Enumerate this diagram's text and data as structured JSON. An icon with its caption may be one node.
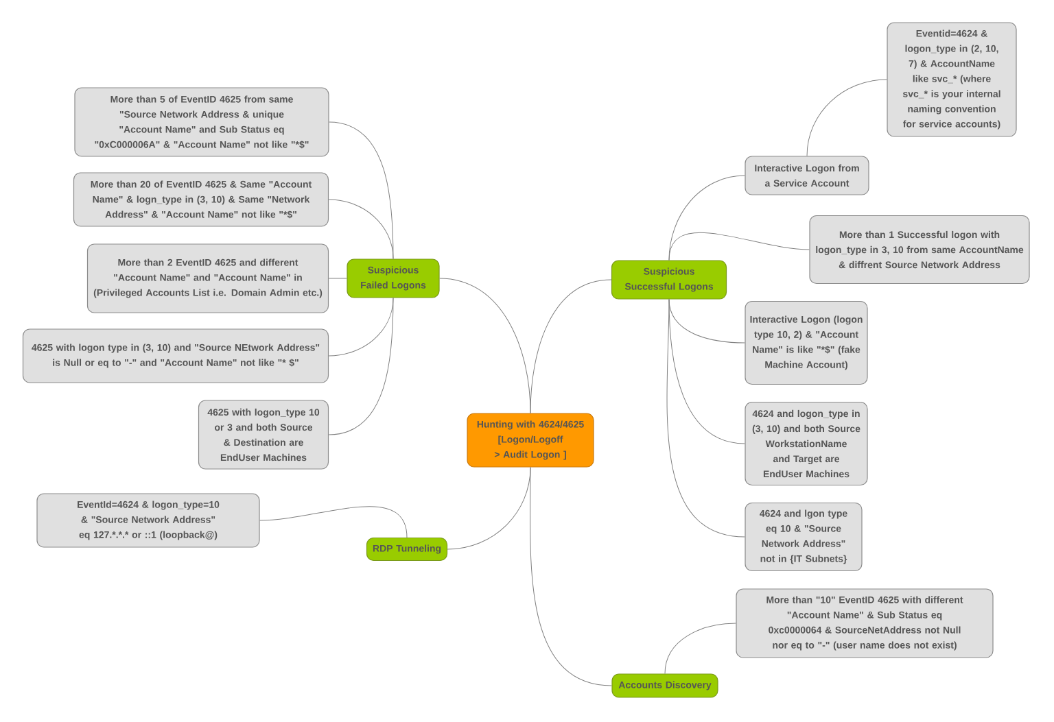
{
  "diagram": {
    "nodes": [
      {
        "text": [
          "Hunting with 4624/4625 [Logon/Logoff > Audit Logon ]"
        ]
      },
      {
        "text": [
          "Suspicious Failed Logons"
        ]
      },
      {
        "text": [
          "More than 5 of EventID 4625 from same \"Source Network Address & unique \"Account Name\" and Sub Status eq \"0xC000006A\" & \"Account Name\" not like \"*$\""
        ]
      },
      {
        "text": [
          "More than 20 of EventID 4625 & Same \"Account Name\" & logn_type in (3, 10) & Same \"Network Address\" & \"Account Name\" not like \"*$\""
        ]
      },
      {
        "text": [
          "More than 2 EventID 4625 and different \"Account Name\" and \"Account Name\" in (Privileged Accounts List i.e. Domain Admin etc.)"
        ]
      },
      {
        "text": [
          "4625 with logon type in (3, 10) and \"Source NEtwork Address\" is Null or eq to \"-\" and \"Account Name\" not like \"* $\""
        ]
      },
      {
        "text": [
          "4625 with logon_type 10 or 3 and both Source & Destination are EndUser Machines"
        ]
      },
      {
        "text": [
          "Suspicious Successful Logons"
        ]
      },
      {
        "text": [
          "Interactive Logon from a Service Account"
        ]
      },
      {
        "text": [
          "Eventid=4624 & logon_type in (2, 10, 7) & AccountName like svc_* (where svc_* is your internal naming convention for service accounts)"
        ]
      },
      {
        "text": [
          "More than 1 Successful logon with logon_type in 3, 10 from same AccountName &  diffrent Source Network Address"
        ]
      },
      {
        "text": [
          "Interactive Logon (logon type 10, 2) & \"Account Name\" is like \"*$\" (fake Machine Account)"
        ]
      },
      {
        "text": [
          "4624 and logon_type in (3, 10) and both Source WorkstationName and Target are EndUser Machines"
        ]
      },
      {
        "text": [
          "4624 and lgon type eq 10 & \"Source Network Address\" not in {IT Subnets}"
        ]
      },
      {
        "text": [
          "RDP Tunneling"
        ]
      },
      {
        "text": [
          "EventId=4624 & logon_type=10 & \"Source Network Address\" eq 127.*.*.* or ::1 (loopback@)"
        ]
      },
      {
        "text": [
          "Accounts Discovery"
        ]
      },
      {
        "text": [
          "More than \"10\" EventID 4625 with different \"Account Name\" & Sub Status eq 0xc0000064 & SourceNetAddress not Null nor eq to \"-\" (user name does not exist)"
        ]
      }
    ],
    "edges": [
      {
        "from": 0,
        "to": 1,
        "arrow": "none"
      },
      {
        "from": 1,
        "to": 2,
        "arrow": "none"
      },
      {
        "from": 1,
        "to": 3,
        "arrow": "none"
      },
      {
        "from": 1,
        "to": 4,
        "arrow": "none"
      },
      {
        "from": 1,
        "to": 5,
        "arrow": "none"
      },
      {
        "from": 1,
        "to": 6,
        "arrow": "none"
      },
      {
        "from": 0,
        "to": 7,
        "arrow": "none"
      },
      {
        "from": 7,
        "to": 8,
        "arrow": "none"
      },
      {
        "from": 8,
        "to": 9,
        "arrow": "none"
      },
      {
        "from": 7,
        "to": 10,
        "arrow": "none"
      },
      {
        "from": 7,
        "to": 11,
        "arrow": "none"
      },
      {
        "from": 7,
        "to": 12,
        "arrow": "none"
      },
      {
        "from": 7,
        "to": 13,
        "arrow": "none"
      },
      {
        "from": 0,
        "to": 14,
        "arrow": "none"
      },
      {
        "from": 14,
        "to": 15,
        "arrow": "none"
      },
      {
        "from": 0,
        "to": 16,
        "arrow": "none"
      },
      {
        "from": 16,
        "to": 17,
        "arrow": "none"
      }
    ]
  }
}
